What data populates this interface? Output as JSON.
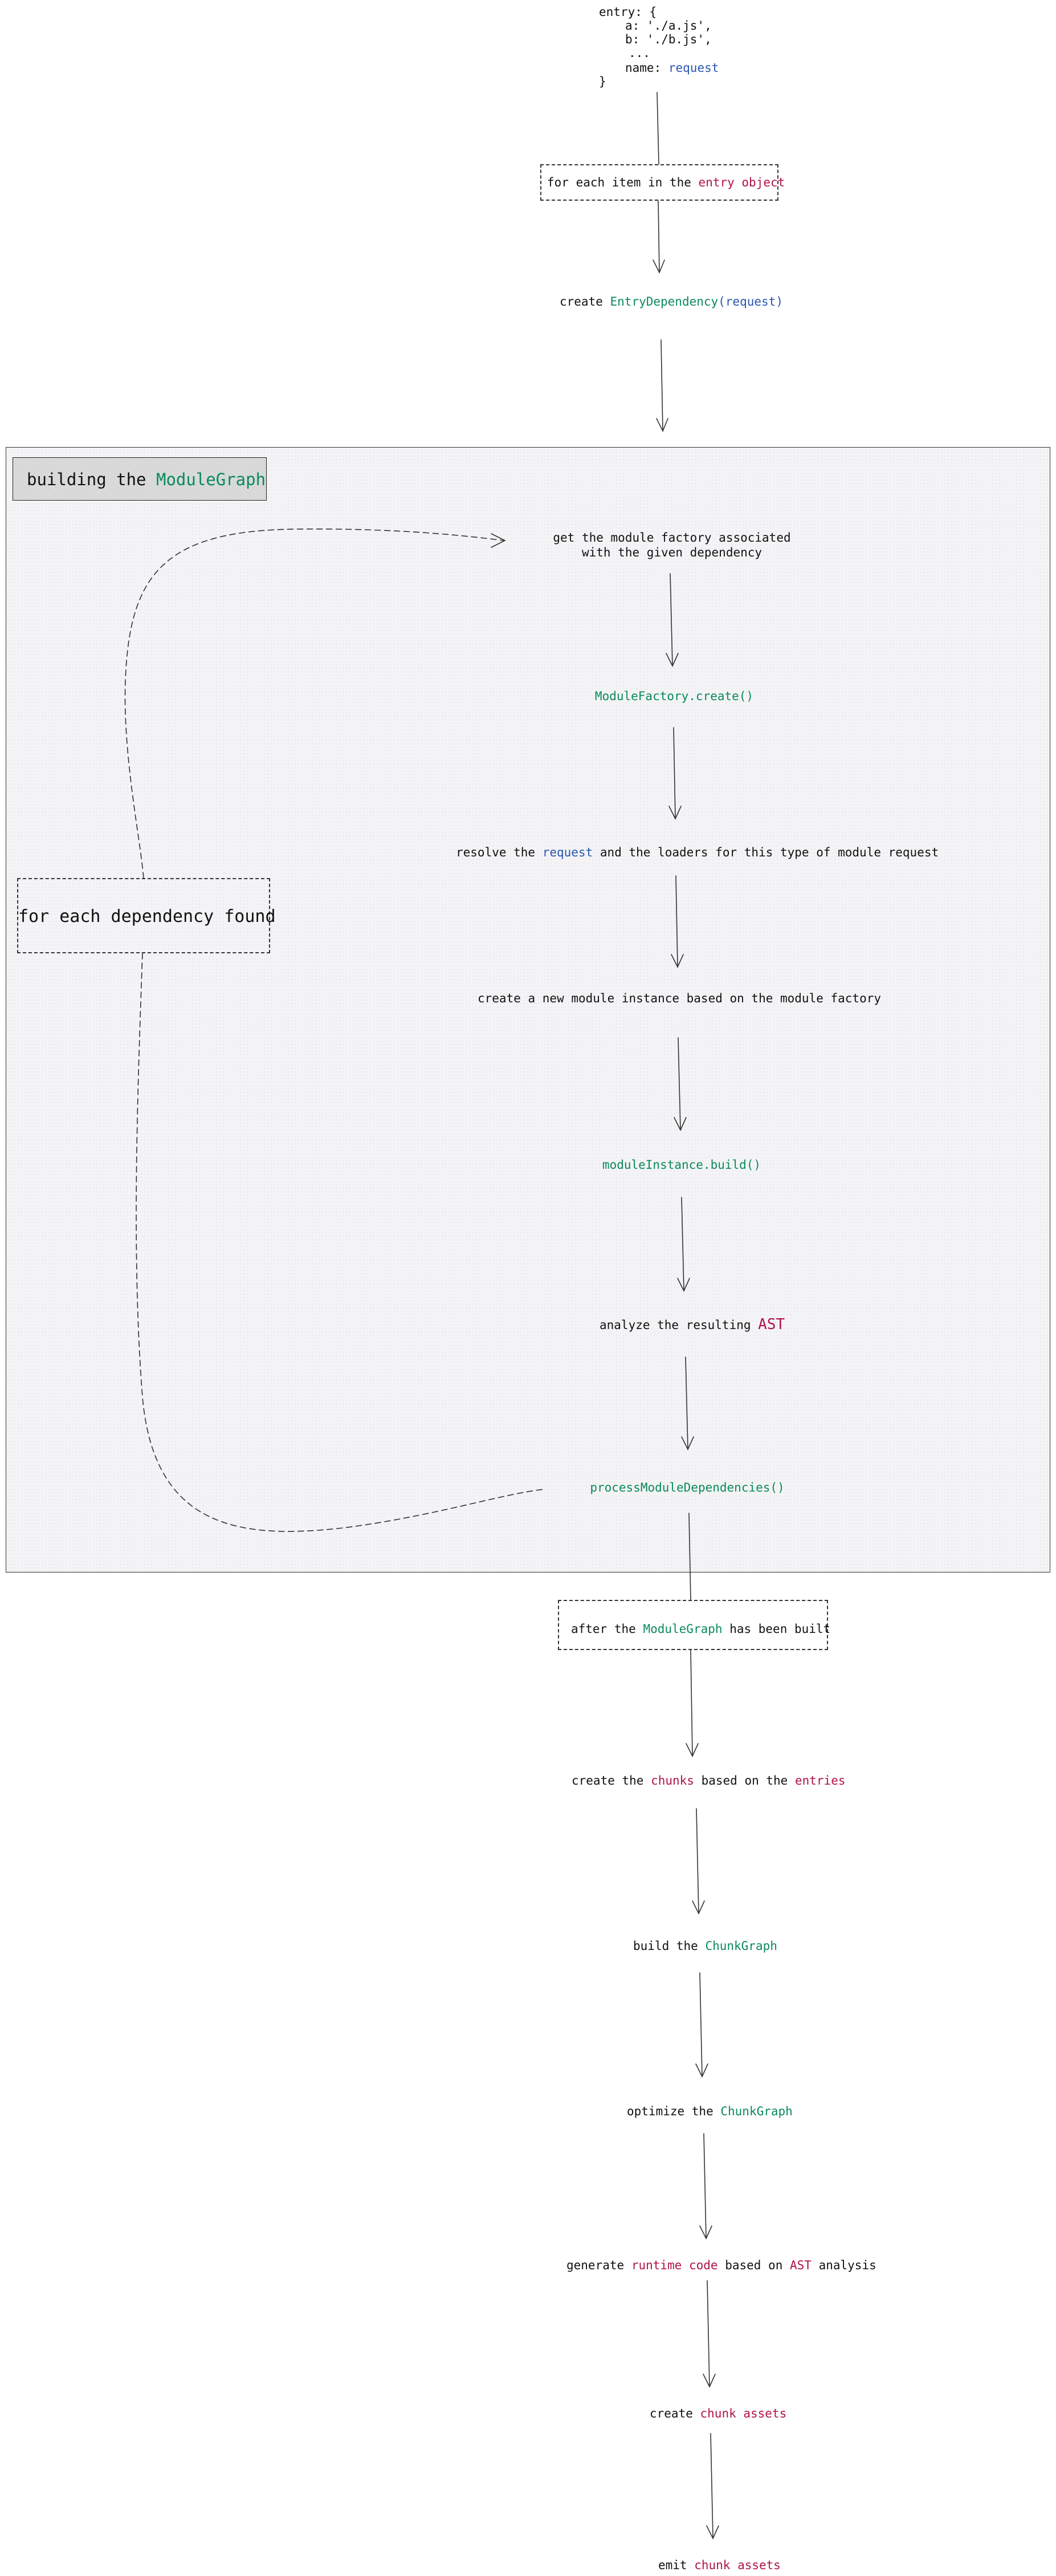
{
  "entry_code": {
    "line1": "entry: {",
    "line2": "a: './a.js',",
    "line3": "b: './b.js',",
    "line4": "...",
    "line5_key": "name:",
    "line5_value": "request",
    "line6": "}"
  },
  "for_each_entry": {
    "prefix": "for each item in the",
    "highlight": "entry object"
  },
  "create_entry_dependency": {
    "prefix": "create",
    "class_name": "EntryDependency",
    "arg": "(request)"
  },
  "module_graph_section": {
    "title_prefix": "building the",
    "title_highlight": "ModuleGraph",
    "loop_label": "for each dependency found",
    "steps": {
      "get_factory_line1": "get the module factory associated",
      "get_factory_line2": "with the given dependency",
      "factory_create": "ModuleFactory.create()",
      "resolve_prefix": "resolve the",
      "resolve_highlight": "request",
      "resolve_suffix": "and the loaders for this type of module request",
      "create_instance": "create a new module instance based on the module factory",
      "build": "moduleInstance.build()",
      "analyze_prefix": "analyze the resulting",
      "analyze_highlight": "AST",
      "process_deps": "processModuleDependencies()"
    }
  },
  "after_graph": {
    "prefix": "after the",
    "highlight": "ModuleGraph",
    "suffix": "has been built"
  },
  "create_chunks": {
    "prefix": "create the",
    "chunks": "chunks",
    "middle": "based on the",
    "entries": "entries"
  },
  "build_chunk_graph": {
    "prefix": "build the",
    "highlight": "ChunkGraph"
  },
  "optimize_chunk_graph": {
    "prefix": "optimize the",
    "highlight": "ChunkGraph"
  },
  "generate_runtime": {
    "prefix": "generate",
    "runtime": "runtime code",
    "middle": "based on",
    "ast": "AST",
    "suffix": "analysis"
  },
  "create_assets": {
    "prefix": "create",
    "highlight": "chunk assets"
  },
  "emit_assets": {
    "prefix": "emit",
    "highlight": "chunk assets"
  },
  "colors": {
    "class_green": "#0a8a5a",
    "value_blue": "#2a55b0",
    "keyword_red": "#b0124a"
  }
}
